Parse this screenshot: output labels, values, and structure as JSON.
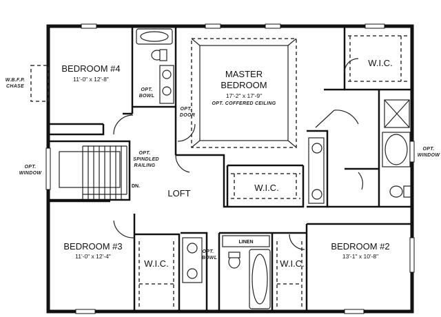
{
  "rooms": {
    "bedroom4": {
      "name": "BEDROOM #4",
      "dims": "11'-0\" x 12'-8\""
    },
    "master": {
      "name_line1": "MASTER",
      "name_line2": "BEDROOM",
      "dims": "17'-2\" x 17'-9\"",
      "ceiling": "OPT. COFFERED CEILING"
    },
    "loft": {
      "name": "LOFT"
    },
    "bedroom3": {
      "name": "BEDROOM #3",
      "dims": "11'-0\" x 12'-4\""
    },
    "bedroom2": {
      "name": "BEDROOM #2",
      "dims": "13'-1\" x 10'-8\""
    }
  },
  "closets": {
    "master_wic_upper": "W.I.C.",
    "master_wic_lower": "W.I.C.",
    "bedroom3_wic": "W.I.C.",
    "bedroom2_wic": "W.I.C.",
    "linen": "LINEN"
  },
  "notes": {
    "wbfp_line1": "W.B.F.P.",
    "wbfp_line2": "CHASE",
    "opt_bowl_upper_line1": "OPT.",
    "opt_bowl_upper_line2": "BOWL",
    "opt_door_line1": "OPT.",
    "opt_door_line2": "DOOR",
    "spindled_line1": "OPT.",
    "spindled_line2": "SPINDLED",
    "spindled_line3": "RAILING",
    "opt_window_left_line1": "OPT.",
    "opt_window_left_line2": "WINDOW",
    "dn": "DN.",
    "opt_bowl_lower_line1": "OPT.",
    "opt_bowl_lower_line2": "BOWL",
    "opt_window_right_line1": "OPT.",
    "opt_window_right_line2": "WINDOW"
  }
}
